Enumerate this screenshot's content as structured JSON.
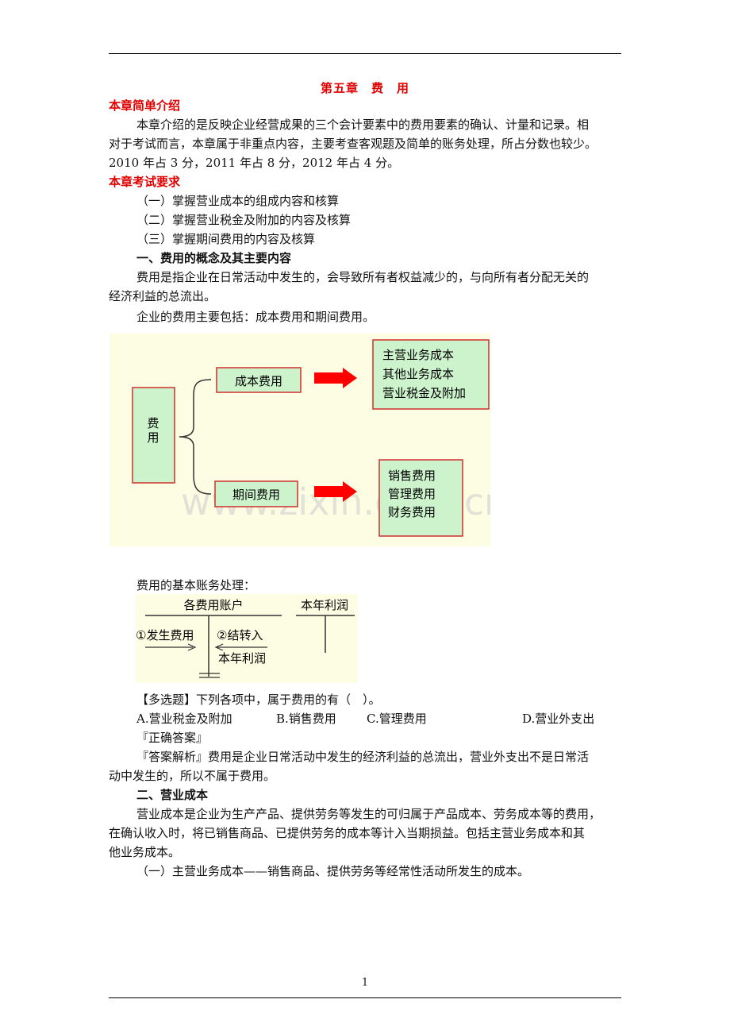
{
  "chapter_title": "第五章　费　用",
  "sections": {
    "intro_heading": "本章简单介绍",
    "intro_p1_l1": "本章介绍的是反映企业经营成果的三个会计要素中的费用要素的确认、计量和记录。相",
    "intro_p1_l2": "对于考试而言，本章属于非重点内容，主要考查客观题及简单的账务处理，所占分数也较少。",
    "intro_p1_l3": "2010 年占 3 分，2011 年占 8 分，2012 年占 4 分。",
    "req_heading": "本章考试要求",
    "req_items": [
      "（一）掌握营业成本的组成内容和核算",
      "（二）掌握营业税金及附加的内容及核算",
      "（三）掌握期间费用的内容及核算"
    ],
    "s1_heading": "一、费用的概念及其主要内容",
    "s1_p1_l1": "费用是指企业在日常活动中发生的，会导致所有者权益减少的，与向所有者分配无关的",
    "s1_p1_l2": "经济利益的总流出。",
    "s1_p2": "企业的费用主要包括：成本费用和期间费用。",
    "s1_p3": "费用的基本账务处理：",
    "quiz_q": "【多选题】下列各项中，属于费用的有（　）。",
    "quiz_opts": [
      "A.营业税金及附加",
      "B.销售费用",
      "C.管理费用",
      "D.营业外支出"
    ],
    "quiz_answer": "『正确答案』",
    "quiz_expl_l1": "『答案解析』费用是企业日常活动中发生的经济利益的总流出，营业外支出不是日常活",
    "quiz_expl_l2": "动中发生的，所以不属于费用。",
    "s2_heading": "二、营业成本",
    "s2_p1_l1": "营业成本是企业为生产产品、提供劳务等发生的可归属于产品成本、劳务成本等的费用，",
    "s2_p1_l2": "在确认收入时，将已销售商品、已提供劳务的成本等计入当期损益。包括主营业务成本和其",
    "s2_p1_l3": "他业务成本。",
    "s2_p2": "（一）主营业务成本——销售商品、提供劳务等经常性活动所发生的成本。"
  },
  "diagram1": {
    "root": "费用",
    "branch_top": "成本费用",
    "branch_bottom": "期间费用",
    "top_items": [
      "主营业务成本",
      "其他业务成本",
      "营业税金及附加"
    ],
    "bottom_items": [
      "销售费用",
      "管理费用",
      "财务费用"
    ],
    "watermark": "www.zixin.com.cn"
  },
  "diagram2": {
    "account_left": "各费用账户",
    "account_right": "本年利润",
    "step1": "①发生费用",
    "step2": "②结转入",
    "step2b": "本年利润"
  },
  "page_number": "1",
  "colors": {
    "red": "#e00000",
    "box_fill": "#ccf3cc",
    "box_border": "#d0302c",
    "diagram_bg": "#fdfde4"
  }
}
